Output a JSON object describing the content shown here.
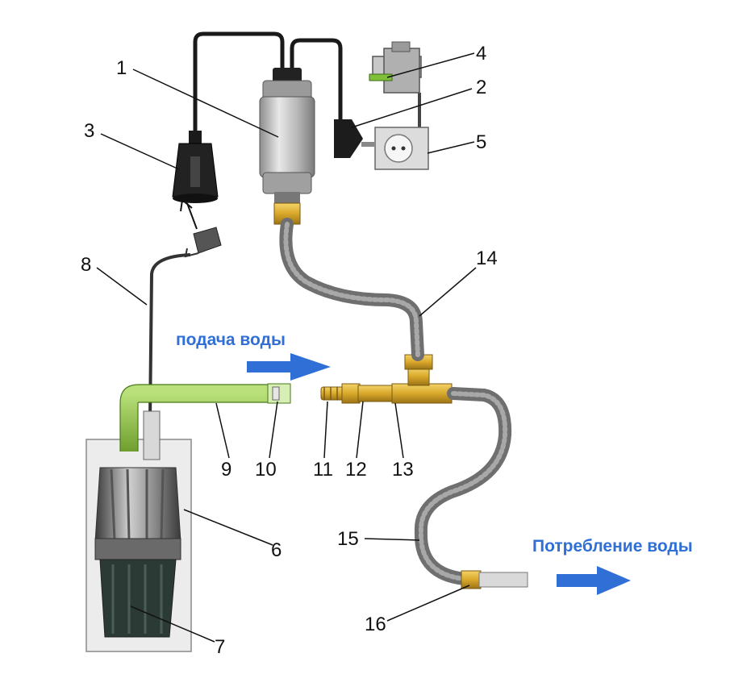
{
  "labels": {
    "n1": "1",
    "n2": "2",
    "n3": "3",
    "n4": "4",
    "n5": "5",
    "n6": "6",
    "n7": "7",
    "n8": "8",
    "n9": "9",
    "n10": "10",
    "n11": "11",
    "n12": "12",
    "n13": "13",
    "n14": "14",
    "n15": "15",
    "n16": "16"
  },
  "flow": {
    "supply": "подача воды",
    "consumption": "Потребление воды"
  },
  "colors": {
    "arrow": "#2f6fd6",
    "green_pipe": "#8fc24a",
    "brass": "#d9a82a",
    "hose": "#6f6f6f",
    "cable": "#1a1a1a"
  }
}
